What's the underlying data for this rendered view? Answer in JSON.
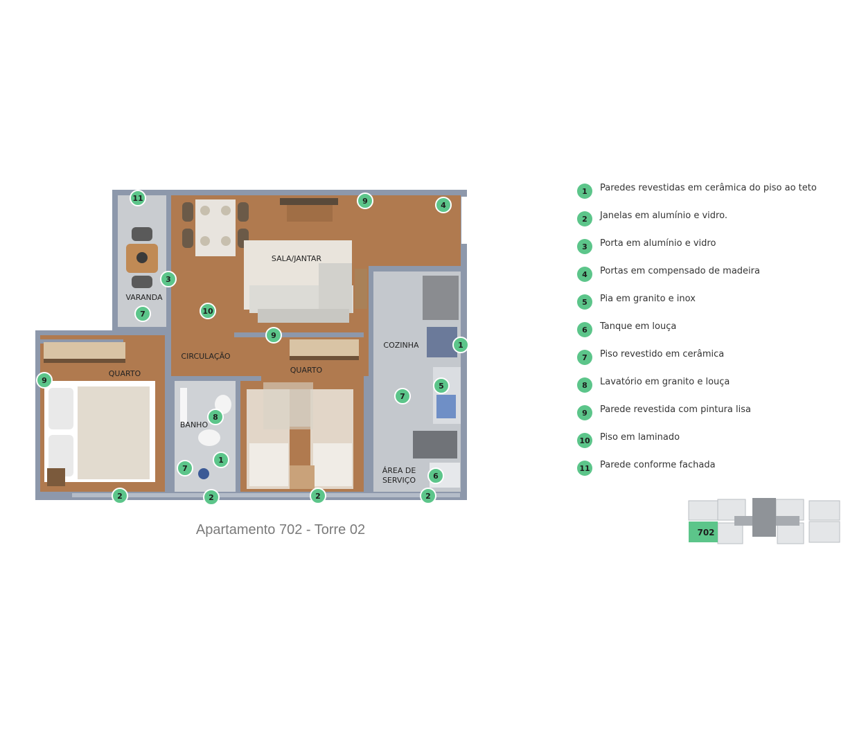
{
  "rooms": {
    "sala": "SALA/JANTAR",
    "varanda": "VARANDA",
    "circulacao": "CIRCULAÇÃO",
    "cozinha": "COZINHA",
    "quarto_left": "QUARTO",
    "quarto_mid": "QUARTO",
    "banho": "BANHO",
    "area_line1": "ÁREA DE",
    "area_line2": "SERVIÇO"
  },
  "caption": "Apartamento 702 - Torre 02",
  "legend": [
    {
      "num": "1",
      "text": "Paredes revestidas em cerâmica do piso ao teto"
    },
    {
      "num": "2",
      "text": "Janelas em alumínio e vidro."
    },
    {
      "num": "3",
      "text": "Porta em alumínio e vidro"
    },
    {
      "num": "4",
      "text": "Portas em compensado de madeira"
    },
    {
      "num": "5",
      "text": "Pia em granito e inox"
    },
    {
      "num": "6",
      "text": "Tanque em louça"
    },
    {
      "num": "7",
      "text": "Piso revestido em cerâmica"
    },
    {
      "num": "8",
      "text": "Lavatório em granito e louça"
    },
    {
      "num": "9",
      "text": "Parede revestida com pintura lisa"
    },
    {
      "num": "10",
      "text": "Piso em laminado"
    },
    {
      "num": "11",
      "text": "Parede conforme fachada"
    }
  ],
  "markers": {
    "m11": "11",
    "m9_top": "9",
    "m4": "4",
    "m3": "3",
    "m10": "10",
    "m7_varanda": "7",
    "m9_circ": "9",
    "m1_kitchen": "1",
    "m9_left": "9",
    "m5": "5",
    "m7_kitchen": "7",
    "m8": "8",
    "m1_bath": "1",
    "m7_bath": "7",
    "m6": "6",
    "m2_a": "2",
    "m2_b": "2",
    "m2_c": "2",
    "m2_d": "2"
  },
  "keyplan": {
    "unit": "702"
  },
  "colors": {
    "marker": "#5cc58a",
    "wood": "#b07a4f",
    "tile": "#c9ccd0",
    "wall": "#8d98ab"
  }
}
